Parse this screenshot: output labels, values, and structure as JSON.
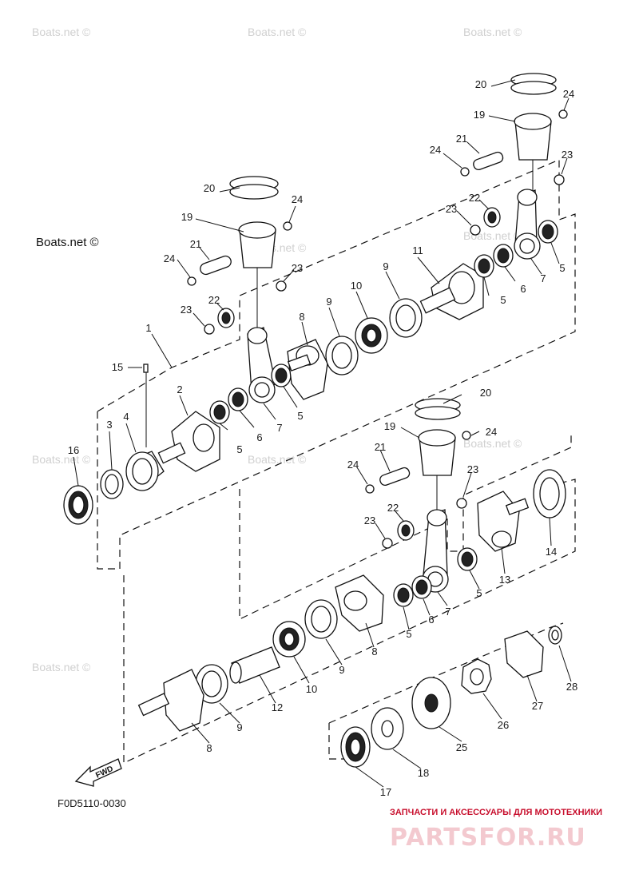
{
  "watermark_text": "Boats.net ©",
  "diagram_code": "F0D5110-0030",
  "fwd_label": "FWD",
  "brand": {
    "tagline": "ЗАПЧАСТИ И АКСЕССУАРЫ ДЛЯ МОТОТЕХНИКИ",
    "name": "PARTSFOR.RU",
    "color": "#c8102e"
  },
  "callouts": {
    "c1": "1",
    "c2": "2",
    "c3": "3",
    "c4": "4",
    "c5": "5",
    "c6": "6",
    "c7": "7",
    "c8": "8",
    "c9": "9",
    "c10": "10",
    "c11": "11",
    "c12": "12",
    "c13": "13",
    "c14": "14",
    "c15": "15",
    "c16": "16",
    "c17": "17",
    "c18": "18",
    "c19": "19",
    "c20": "20",
    "c21": "21",
    "c22": "22",
    "c23": "23",
    "c24": "24",
    "c25": "25",
    "c26": "26",
    "c27": "27",
    "c28": "28"
  }
}
